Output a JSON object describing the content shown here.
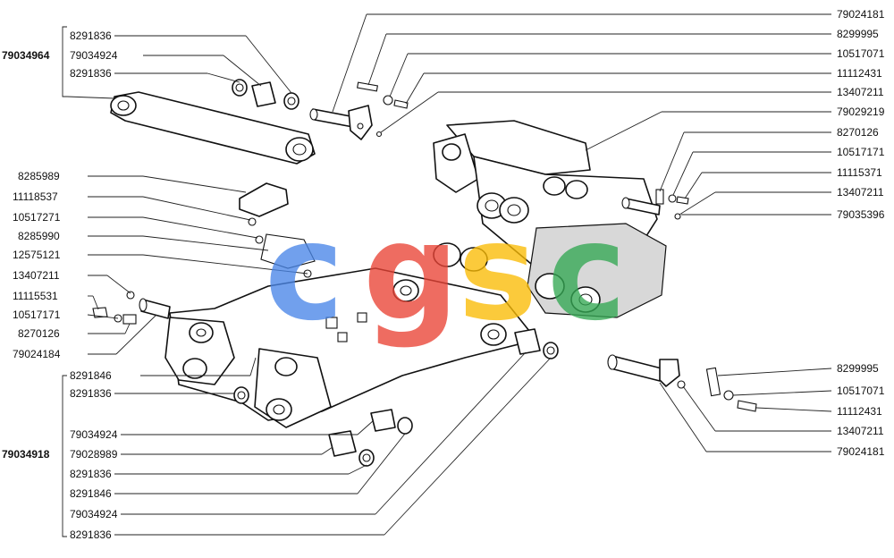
{
  "watermark": {
    "letters": [
      "c",
      "g",
      "s",
      "c"
    ],
    "colors": [
      "#4a86e8",
      "#ea4335",
      "#fbbc05",
      "#34a853"
    ]
  },
  "labels_left": {
    "l1": "8291836",
    "l2": "79034924",
    "l3": "8291836",
    "group_top": "79034964",
    "l4": "8285989",
    "l5": "11118537",
    "l6": "10517271",
    "l7": "8285990",
    "l8": "12575121",
    "l9": "13407211",
    "l10": "11115531",
    "l11": "10517171",
    "l12": "8270126",
    "l13": "79024184",
    "l14": "8291846",
    "l15": "8291836",
    "group_bottom": "79034918",
    "l16": "79034924",
    "l17": "79028989",
    "l18": "8291836",
    "l19": "8291846",
    "l20": "79034924",
    "l21": "8291836"
  },
  "labels_right": {
    "r1": "79024181",
    "r2": "8299995",
    "r3": "10517071",
    "r4": "11112431",
    "r5": "13407211",
    "r6": "79029219",
    "r7": "8270126",
    "r8": "10517171",
    "r9": "11115371",
    "r10": "13407211",
    "r11": "79035396",
    "r12": "8299995",
    "r13": "10517071",
    "r14": "11112431",
    "r15": "13407211",
    "r16": "79024181"
  }
}
